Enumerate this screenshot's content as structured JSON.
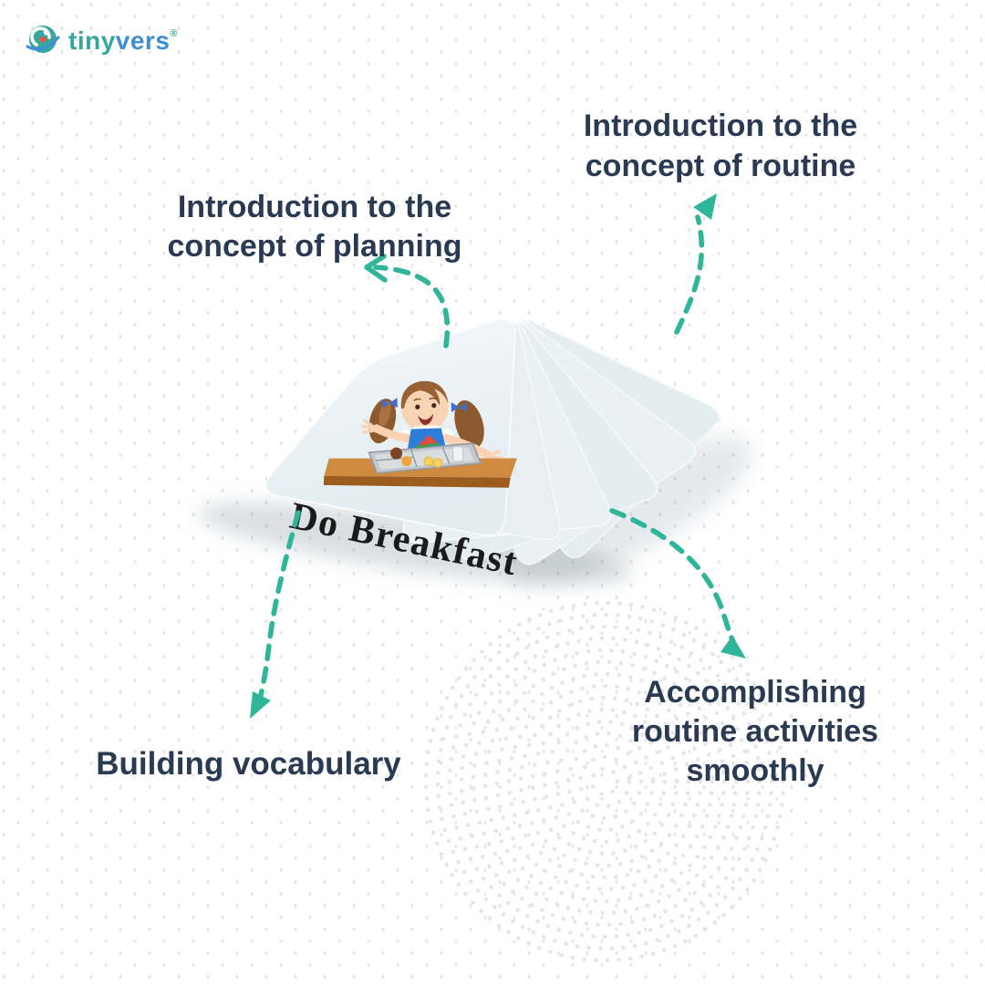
{
  "brand": {
    "name": "tinyvers",
    "logo_primary": "tiny",
    "logo_secondary": "vers",
    "registered_mark": "®"
  },
  "card": {
    "title": "Do Breakfast"
  },
  "labels": {
    "top_left": {
      "lines": [
        "Introduction to the",
        "concept of planning"
      ]
    },
    "top_right": {
      "lines": [
        "Introduction to the",
        "concept of routine"
      ]
    },
    "bottom_left": {
      "lines": [
        "Building vocabulary"
      ]
    },
    "bottom_right": {
      "lines": [
        "Accomplishing",
        "routine activities",
        "smoothly"
      ]
    }
  },
  "colors": {
    "heading_text": "#2a3a53",
    "arrow": "#2fb59a",
    "card_face": "#eaf1f5",
    "logo_teal": "#35a79f",
    "logo_blue": "#3e8ed0",
    "card_title_text": "#1a1a1a"
  }
}
